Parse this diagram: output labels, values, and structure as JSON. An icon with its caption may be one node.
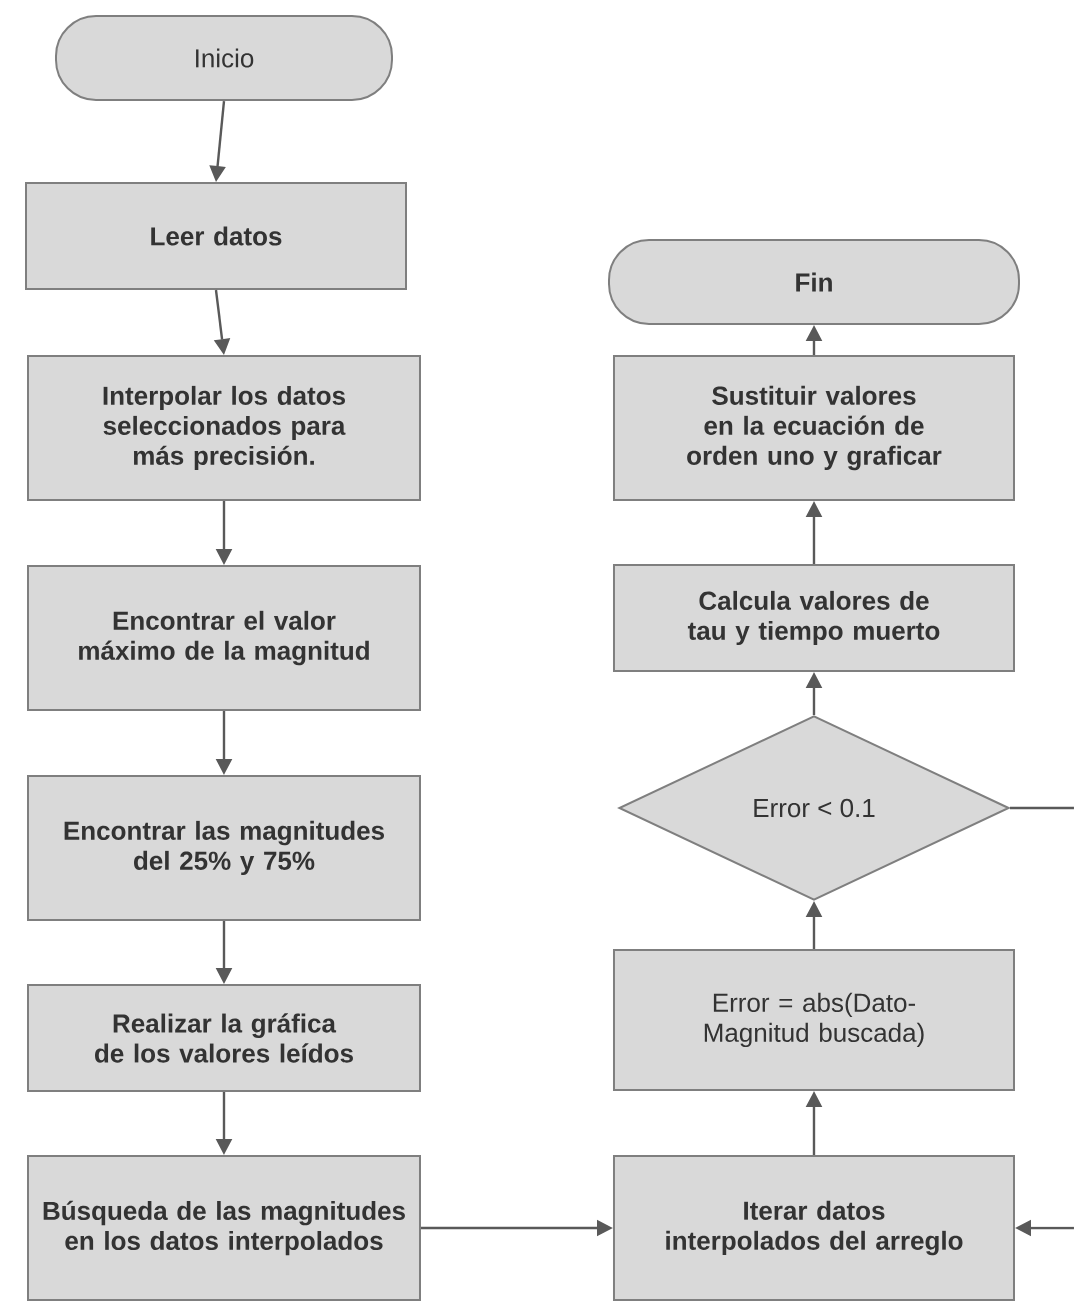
{
  "diagram": {
    "nodes": [
      {
        "text": [
          "Inicio"
        ]
      },
      {
        "text": [
          "Leer datos"
        ]
      },
      {
        "text": [
          "Interpolar los datos seleccionados para más precisión."
        ]
      },
      {
        "text": [
          "Encontrar el valor máximo de la magnitud"
        ]
      },
      {
        "text": [
          "Encontrar las magnitudes del 25% y 75%"
        ]
      },
      {
        "text": [
          "Realizar la gráfica de los valores leídos"
        ]
      },
      {
        "text": [
          "Búsqueda de las magnitudes en los datos interpolados"
        ]
      },
      {
        "text": [
          "Fin"
        ]
      },
      {
        "text": [
          "Sustituir valores en la ecuación de orden uno y graficar"
        ]
      },
      {
        "text": [
          "Calcula valores de tau y tiempo muerto"
        ]
      },
      {
        "text": [
          "Error < 0.1"
        ]
      },
      {
        "text": [
          "Error = abs(Dato-Magnitud buscada)"
        ]
      },
      {
        "text": [
          "Iterar datos interpolados del arreglo"
        ]
      }
    ],
    "edges": [
      {
        "from": 0,
        "to": 1,
        "arrow": "to"
      },
      {
        "from": 1,
        "to": 2,
        "arrow": "to"
      },
      {
        "from": 2,
        "to": 3,
        "arrow": "to"
      },
      {
        "from": 3,
        "to": 4,
        "arrow": "to"
      },
      {
        "from": 4,
        "to": 5,
        "arrow": "to"
      },
      {
        "from": 5,
        "to": 6,
        "arrow": "to"
      },
      {
        "from": 6,
        "to": 12,
        "arrow": "to"
      },
      {
        "from": 12,
        "to": 11,
        "arrow": "to"
      },
      {
        "from": 11,
        "to": 10,
        "arrow": "to"
      },
      {
        "from": 10,
        "to": 9,
        "arrow": "to"
      },
      {
        "from": 9,
        "to": 8,
        "arrow": "to"
      },
      {
        "from": 8,
        "to": 7,
        "arrow": "to"
      },
      {
        "from": 10,
        "to": null,
        "arrow": "none"
      },
      {
        "from": null,
        "to": 12,
        "arrow": "to"
      }
    ]
  }
}
